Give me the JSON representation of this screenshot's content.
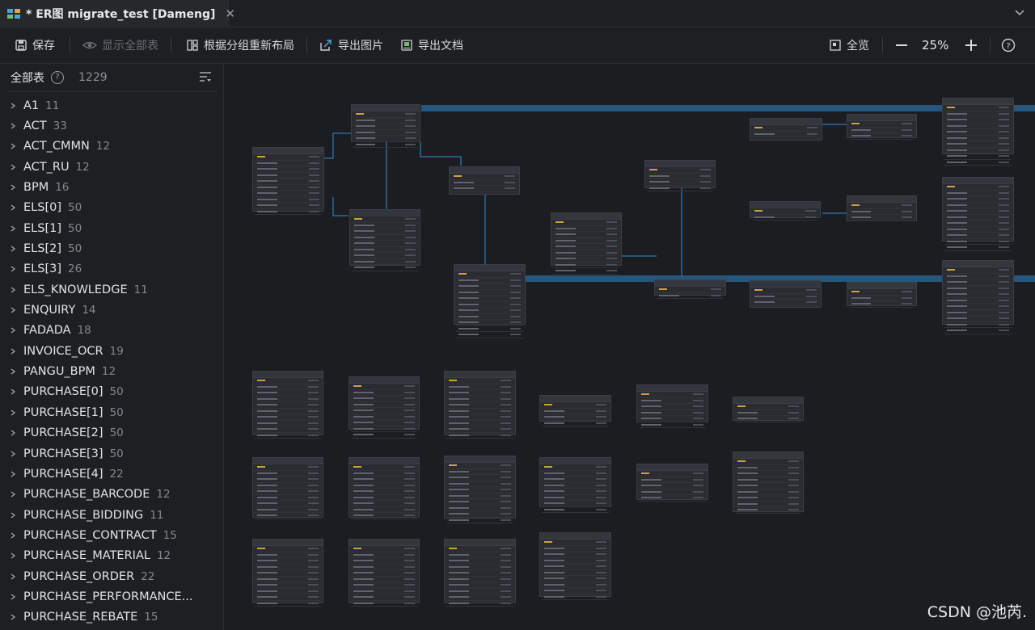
{
  "tab": {
    "title": "* ER图 migrate_test [Dameng]",
    "close": "✕"
  },
  "toolbar": {
    "save": "保存",
    "show_all": "显示全部表",
    "relayout": "根据分组重新布局",
    "export_image": "导出图片",
    "export_doc": "导出文档",
    "overview": "全览",
    "zoom": "25%"
  },
  "sidebar": {
    "title": "全部表",
    "total": "1229",
    "items": [
      {
        "name": "A1",
        "count": "11"
      },
      {
        "name": "ACT",
        "count": "33"
      },
      {
        "name": "ACT_CMMN",
        "count": "12"
      },
      {
        "name": "ACT_RU",
        "count": "12"
      },
      {
        "name": "BPM",
        "count": "16"
      },
      {
        "name": "ELS[0]",
        "count": "50"
      },
      {
        "name": "ELS[1]",
        "count": "50"
      },
      {
        "name": "ELS[2]",
        "count": "50"
      },
      {
        "name": "ELS[3]",
        "count": "26"
      },
      {
        "name": "ELS_KNOWLEDGE",
        "count": "11"
      },
      {
        "name": "ENQUIRY",
        "count": "14"
      },
      {
        "name": "FADADA",
        "count": "18"
      },
      {
        "name": "INVOICE_OCR",
        "count": "19"
      },
      {
        "name": "PANGU_BPM",
        "count": "12"
      },
      {
        "name": "PURCHASE[0]",
        "count": "50"
      },
      {
        "name": "PURCHASE[1]",
        "count": "50"
      },
      {
        "name": "PURCHASE[2]",
        "count": "50"
      },
      {
        "name": "PURCHASE[3]",
        "count": "50"
      },
      {
        "name": "PURCHASE[4]",
        "count": "22"
      },
      {
        "name": "PURCHASE_BARCODE",
        "count": "12"
      },
      {
        "name": "PURCHASE_BIDDING",
        "count": "11"
      },
      {
        "name": "PURCHASE_CONTRACT",
        "count": "15"
      },
      {
        "name": "PURCHASE_MATERIAL",
        "count": "12"
      },
      {
        "name": "PURCHASE_ORDER",
        "count": "22"
      },
      {
        "name": "PURCHASE_PERFORMANCE...",
        "count": ""
      },
      {
        "name": "PURCHASE_REBATE",
        "count": "15"
      }
    ]
  },
  "watermark": "CSDN @池芮."
}
